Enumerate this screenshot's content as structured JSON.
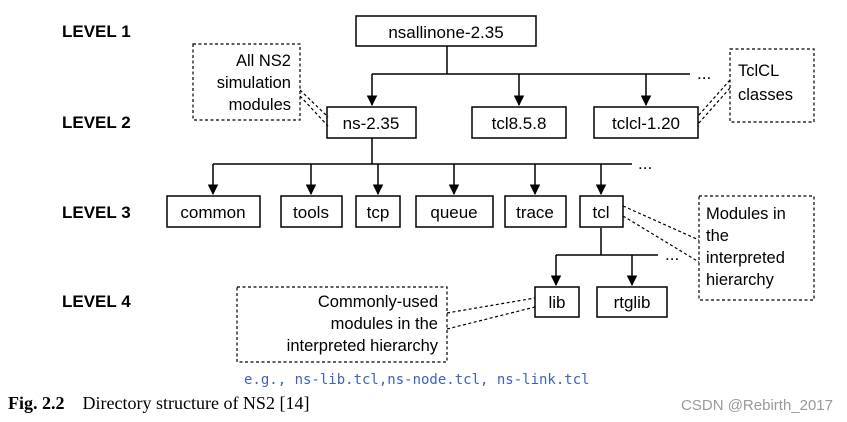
{
  "levels": [
    "LEVEL 1",
    "LEVEL 2",
    "LEVEL 3",
    "LEVEL 4"
  ],
  "nodes": {
    "root": "nsallinone-2.35",
    "ns": "ns-2.35",
    "tcl858": "tcl8.5.8",
    "tclcl": "tclcl-1.20",
    "common": "common",
    "tools": "tools",
    "tcp": "tcp",
    "queue": "queue",
    "trace": "trace",
    "tcl": "tcl",
    "lib": "lib",
    "rtglib": "rtglib"
  },
  "ellipsis": "...",
  "notes": {
    "ns2": [
      "All NS2",
      "simulation",
      "modules"
    ],
    "tclcl": [
      "TclCL",
      "classes"
    ],
    "interp": [
      "Modules in",
      "the",
      "interpreted",
      "hierarchy"
    ],
    "common": [
      "Commonly-used",
      "modules in the",
      "interpreted hierarchy"
    ]
  },
  "example": "e.g., ns-lib.tcl,ns-node.tcl, ns-link.tcl",
  "caption": {
    "label": "Fig. 2.2",
    "text": "Directory structure of NS2 [14]"
  },
  "watermark": "CSDN @Rebirth_2017"
}
